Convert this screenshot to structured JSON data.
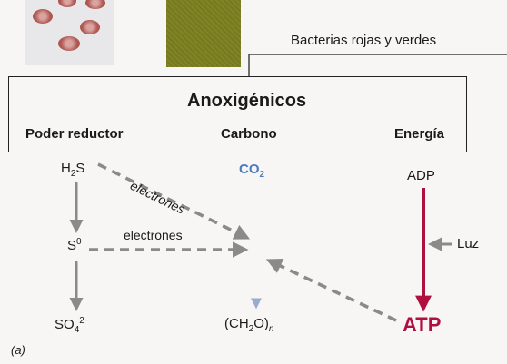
{
  "header": {
    "caption": "Bacterias rojas y verdes"
  },
  "box": {
    "title": "Anoxigénicos",
    "columns": [
      "Poder reductor",
      "Carbono",
      "Energía"
    ]
  },
  "reductant": {
    "h2s_base": "H",
    "h2s_sub": "2",
    "h2s_tail": "S",
    "s0_base": "S",
    "s0_sup": "0",
    "so4_base": "SO",
    "so4_sub": "4",
    "so4_sup": "2−"
  },
  "carbon": {
    "co2_base": "CO",
    "co2_sub": "2",
    "product_lead": "(CH",
    "product_sub": "2",
    "product_mid": "O)",
    "product_n": "n"
  },
  "energy": {
    "adp": "ADP",
    "atp": "ATP",
    "light": "Luz"
  },
  "arrows": {
    "electrons_diagonal": "electrones",
    "electrons_horizontal": "electrones"
  },
  "panel_label": "(a)",
  "colors": {
    "co2": "#4a7bc0",
    "atp": "#b0103e",
    "arrow_gray": "#8a8a8a",
    "dashed_gray": "#8a8a8a",
    "carbon_line_end": "#9aaad0"
  }
}
